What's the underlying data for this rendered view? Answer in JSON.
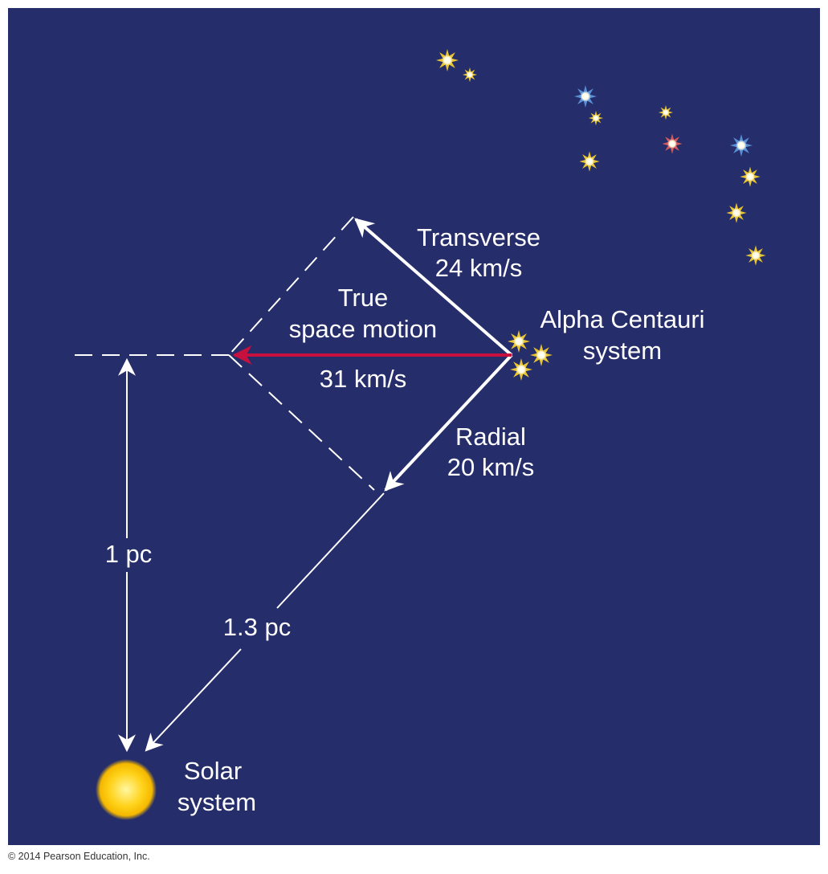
{
  "labels": {
    "transverse": [
      "Transverse",
      "24 km/s"
    ],
    "true_motion": [
      "True",
      "space motion"
    ],
    "true_speed": "31 km/s",
    "alpha": [
      "Alpha Centauri",
      "system"
    ],
    "radial": [
      "Radial",
      "20 km/s"
    ],
    "one_pc": "1 pc",
    "dist": "1.3 pc",
    "solar": [
      "Solar",
      "system"
    ]
  },
  "copyright": "© 2014 Pearson Education, Inc.",
  "colors": {
    "background": "#252d6a",
    "true_motion_arrow": "#c8103e",
    "star_yellow": "#e8c530",
    "star_blue": "#5a8fd6",
    "star_red": "#d45a5a",
    "sun": "#ffcc00"
  }
}
